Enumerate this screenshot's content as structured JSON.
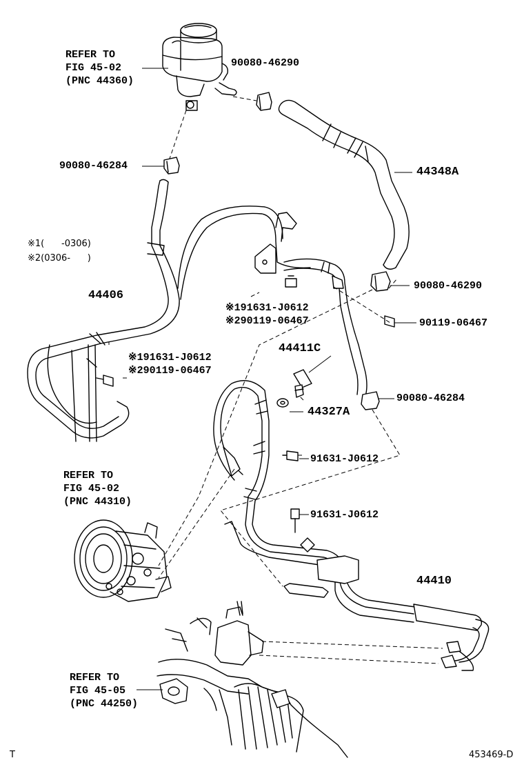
{
  "refs": {
    "reservoir": [
      "REFER TO",
      "FIG 45-02",
      "(PNC 44360)"
    ],
    "pump": [
      "REFER TO",
      "FIG 45-02",
      "(PNC 44310)"
    ],
    "gear": [
      "REFER TO",
      "FIG 45-05",
      "(PNC 44250)"
    ]
  },
  "notes": {
    "n1": "※1(      -0306)",
    "n2": "※2(0306-      )"
  },
  "parts": {
    "p90080_46290_top": "90080-46290",
    "p90080_46284_top": "90080-46284",
    "p44348A": "44348A",
    "p44406": "44406",
    "p191631_a": "※191631-J0612",
    "p290119_a": "※290119-06467",
    "p90080_46290_mid": "90080-46290",
    "p90119_06467": "90119-06467",
    "p191631_b": "※191631-J0612",
    "p290119_b": "※290119-06467",
    "p44411C": "44411C",
    "p90080_46284_mid": "90080-46284",
    "p44327A": "44327A",
    "p91631_a": "91631-J0612",
    "p91631_b": "91631-J0612",
    "p44410": "44410"
  },
  "footer": {
    "left": "T",
    "right": "453469-D"
  }
}
